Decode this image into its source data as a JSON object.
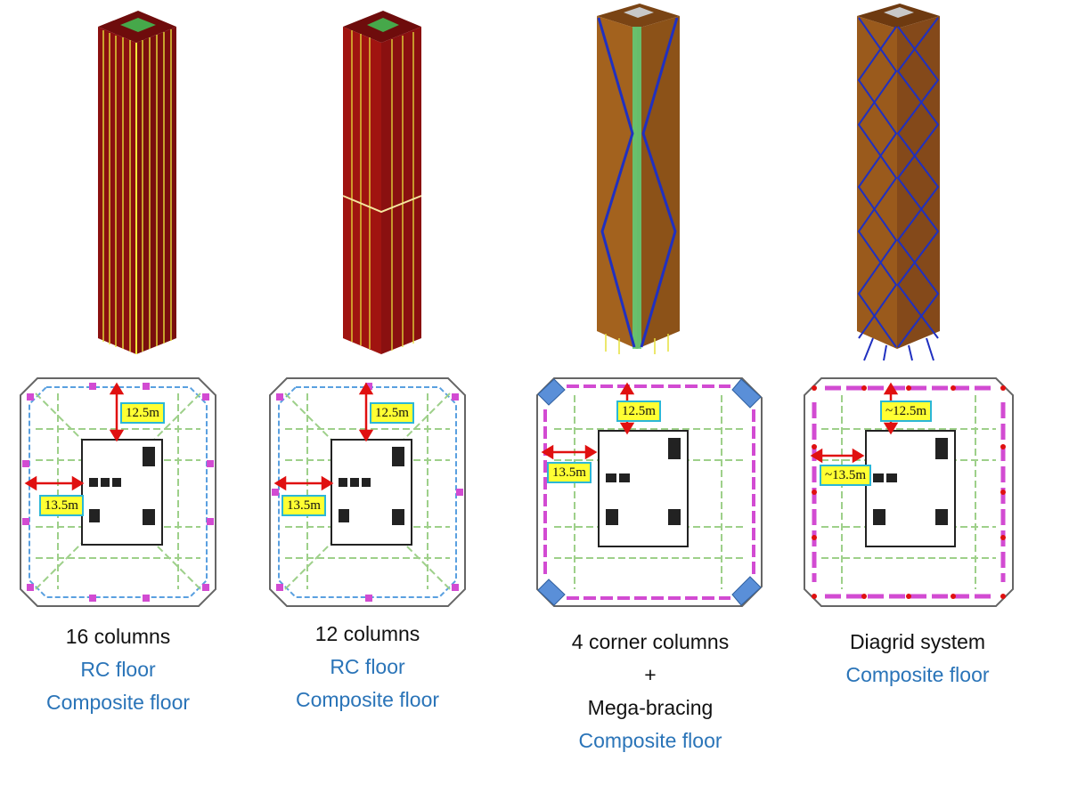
{
  "schemes": [
    {
      "id": "s1",
      "caption_lines": [
        {
          "text": "16 columns",
          "color": "black"
        },
        {
          "text": "RC floor",
          "color": "blue"
        },
        {
          "text": "Composite floor",
          "color": "blue"
        }
      ],
      "dim_vertical": "12.5m",
      "dim_horizontal": "13.5m",
      "tower_color": "#8b1010",
      "floor_system": "16 columns"
    },
    {
      "id": "s2",
      "caption_lines": [
        {
          "text": "12 columns",
          "color": "black"
        },
        {
          "text": "RC floor",
          "color": "blue"
        },
        {
          "text": "Composite floor",
          "color": "blue"
        }
      ],
      "dim_vertical": "12.5m",
      "dim_horizontal": "13.5m",
      "tower_color": "#9c1410",
      "floor_system": "12 columns"
    },
    {
      "id": "s3",
      "caption_lines": [
        {
          "text": "4 corner columns",
          "color": "black"
        },
        {
          "text": "+",
          "color": "black"
        },
        {
          "text": "Mega-bracing",
          "color": "black"
        },
        {
          "text": "Composite floor",
          "color": "blue"
        }
      ],
      "dim_vertical": "12.5m",
      "dim_horizontal": "13.5m",
      "tower_color": "#9a5a1c",
      "floor_system": "4 corner columns + Mega-bracing"
    },
    {
      "id": "s4",
      "caption_lines": [
        {
          "text": "Diagrid system",
          "color": "black"
        },
        {
          "text": "Composite floor",
          "color": "blue"
        }
      ],
      "dim_vertical": "~12.5m",
      "dim_horizontal": "~13.5m",
      "tower_color": "#8a4a18",
      "floor_system": "Diagrid system"
    }
  ],
  "colors": {
    "caption_black": "#111111",
    "caption_blue": "#2a74b8",
    "dim_fill": "#ffff33",
    "dim_border": "#2bb7d6",
    "arrow": "#e01010",
    "beam_green": "#9ed08a",
    "column_magenta": "#d24bd2",
    "brace_blue": "#2030c0"
  }
}
